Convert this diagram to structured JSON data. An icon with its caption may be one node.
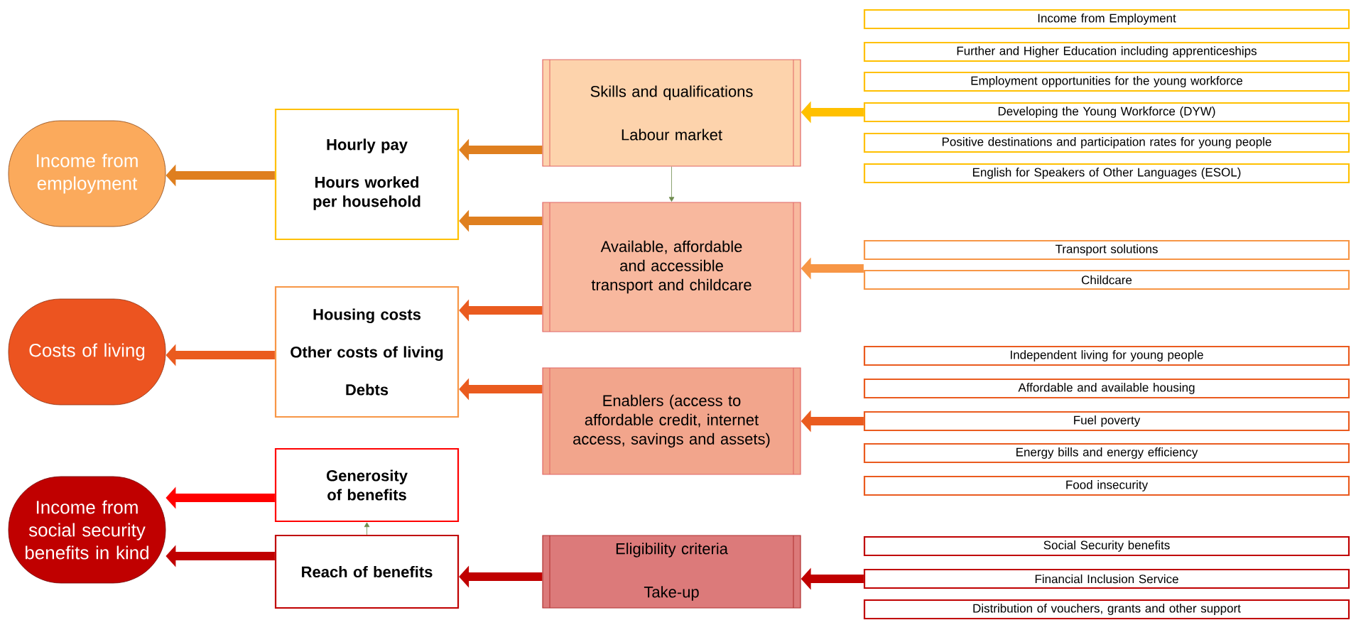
{
  "diagram": {
    "nodes": [
      {
        "text": [
          "Income from employment"
        ]
      },
      {
        "text": [
          "Costs of living"
        ]
      },
      {
        "text": [
          "Income from social security benefits in kind"
        ]
      },
      {
        "text": [
          "Hourly pay",
          "Hours worked per household"
        ]
      },
      {
        "text": [
          "Housing costs",
          "Other costs of living",
          "Debts"
        ]
      },
      {
        "text": [
          "Generosity of benefits"
        ]
      },
      {
        "text": [
          "Reach of benefits"
        ]
      },
      {
        "text": [
          "Skills and qualifications",
          "Labour market"
        ]
      },
      {
        "text": [
          "Available, affordable and accessible transport and childcare"
        ]
      },
      {
        "text": [
          "Enablers (access to affordable credit, internet access, savings and assets)"
        ]
      },
      {
        "text": [
          "Eligibility criteria",
          "Take-up"
        ]
      },
      {
        "text": [
          "Income from Employment"
        ]
      },
      {
        "text": [
          "Further and Higher Education including apprenticeships"
        ]
      },
      {
        "text": [
          "Employment opportunities for the young workforce"
        ]
      },
      {
        "text": [
          "Developing the Young Workforce (DYW)"
        ]
      },
      {
        "text": [
          "Positive destinations and participation rates for young people"
        ]
      },
      {
        "text": [
          "English for Speakers of Other Languages (ESOL)"
        ]
      },
      {
        "text": [
          "Transport solutions"
        ]
      },
      {
        "text": [
          "Childcare"
        ]
      },
      {
        "text": [
          "Independent living for young people"
        ]
      },
      {
        "text": [
          "Affordable and available housing"
        ]
      },
      {
        "text": [
          "Fuel poverty"
        ]
      },
      {
        "text": [
          "Energy bills and energy efficiency"
        ]
      },
      {
        "text": [
          "Food insecurity"
        ]
      },
      {
        "text": [
          "Social Security benefits"
        ]
      },
      {
        "text": [
          "Financial Inclusion Service"
        ]
      },
      {
        "text": [
          "Distribution of vouchers, grants and other support"
        ]
      }
    ],
    "edges": [
      {
        "from": 3,
        "to": 0,
        "arrow": "to",
        "color": "#df7f1f"
      },
      {
        "from": 7,
        "to": 3,
        "arrow": "to",
        "color": "#df7f1f"
      },
      {
        "from": 8,
        "to": 3,
        "arrow": "to",
        "color": "#df7f1f"
      },
      {
        "from": 4,
        "to": 1,
        "arrow": "to",
        "color": "#ea5b1f"
      },
      {
        "from": 8,
        "to": 4,
        "arrow": "to",
        "color": "#ea5b1f"
      },
      {
        "from": 9,
        "to": 4,
        "arrow": "to",
        "color": "#ea5b1f"
      },
      {
        "from": 5,
        "to": 2,
        "arrow": "to",
        "color": "#ff0000"
      },
      {
        "from": 6,
        "to": 2,
        "arrow": "to",
        "color": "#c00000"
      },
      {
        "from": 10,
        "to": 6,
        "arrow": "to",
        "color": "#c00000"
      },
      {
        "from": 14,
        "to": 7,
        "arrow": "to",
        "color": "#ffc000"
      },
      {
        "from": 18,
        "to": 8,
        "arrow": "to",
        "color": "#f79646"
      },
      {
        "from": 21,
        "to": 9,
        "arrow": "to",
        "color": "#ea5b1f"
      },
      {
        "from": 25,
        "to": 10,
        "arrow": "to",
        "color": "#c00000"
      },
      {
        "from": 7,
        "to": 8,
        "arrow": "to",
        "color": "#6e8b4e"
      },
      {
        "from": 6,
        "to": 5,
        "arrow": "to",
        "color": "#6e8b4e"
      }
    ]
  }
}
